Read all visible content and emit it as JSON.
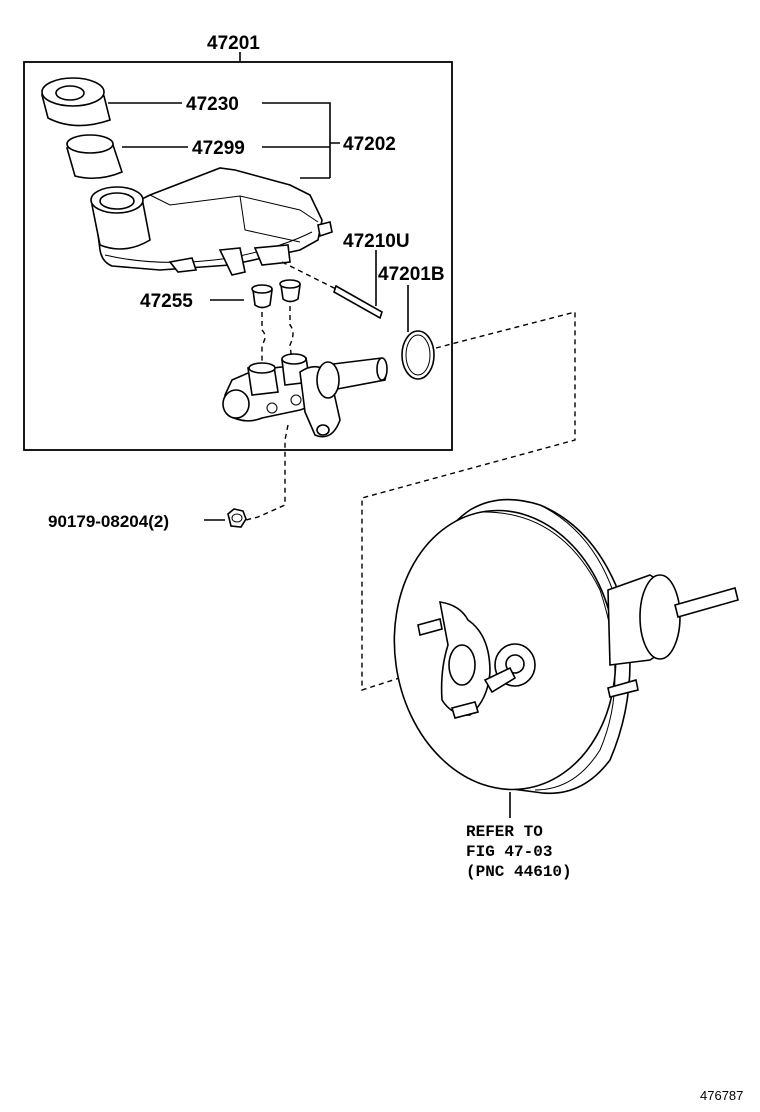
{
  "labels": {
    "assembly": "47201",
    "cap": "47230",
    "strainer": "47299",
    "reservoir_sub": "47202",
    "pin": "47210U",
    "oring": "47201B",
    "grommet": "47255",
    "nut": "90179-08204(2)",
    "refer_line1": "REFER TO",
    "refer_line2": "FIG 47-03",
    "refer_line3": "(PNC 44610)",
    "diagram_id": "476787"
  }
}
